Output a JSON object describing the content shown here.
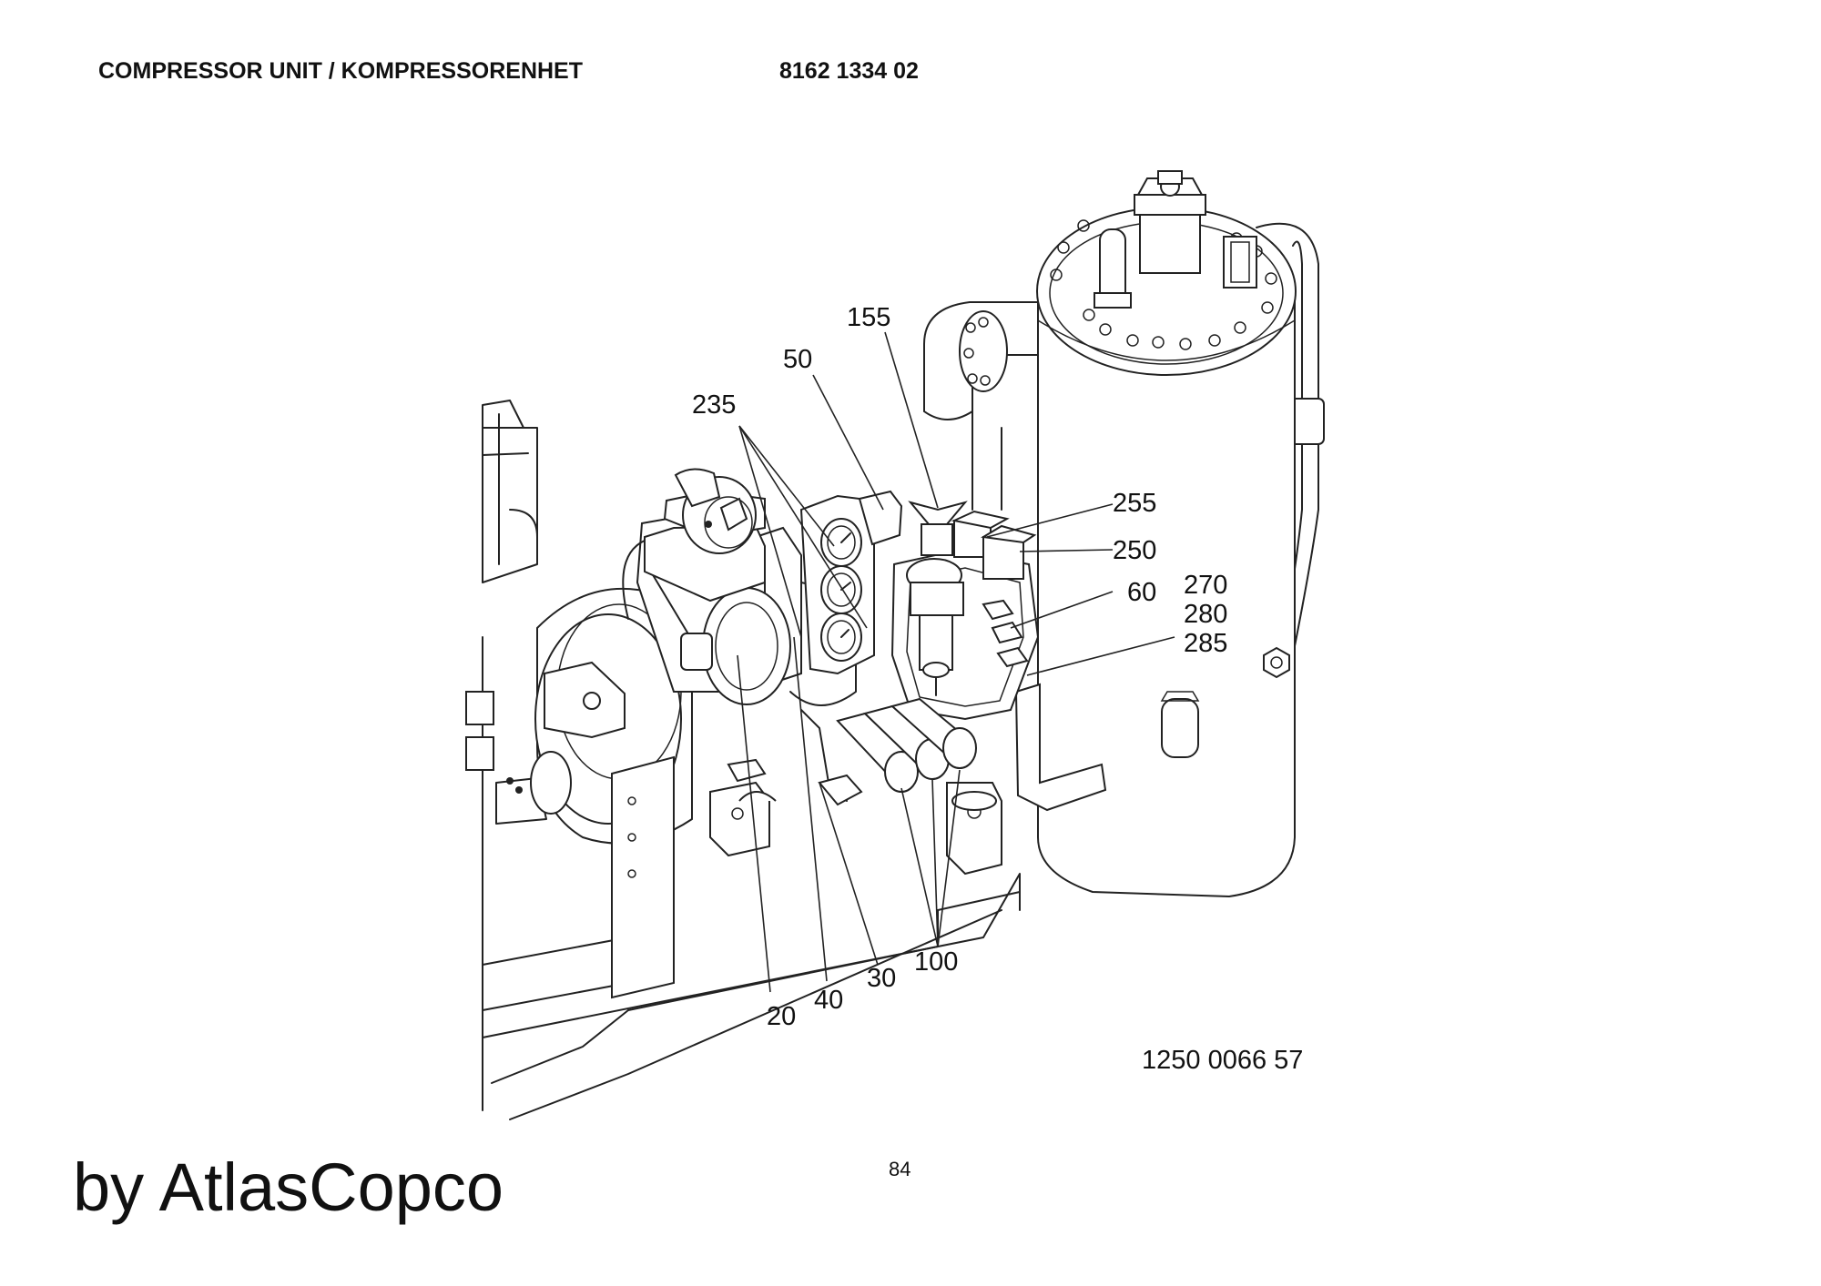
{
  "header": {
    "title": "COMPRESSOR UNIT / KOMPRESSORENHET",
    "doc_number": "8162 1334 02"
  },
  "drawing": {
    "callouts": [
      "155",
      "50",
      "235",
      "255",
      "250",
      "60",
      "270",
      "280",
      "285",
      "20",
      "40",
      "30",
      "100"
    ],
    "drawing_number": "1250 0066 57"
  },
  "footer": {
    "page_number": "84",
    "brand": "by AtlasCopco"
  }
}
